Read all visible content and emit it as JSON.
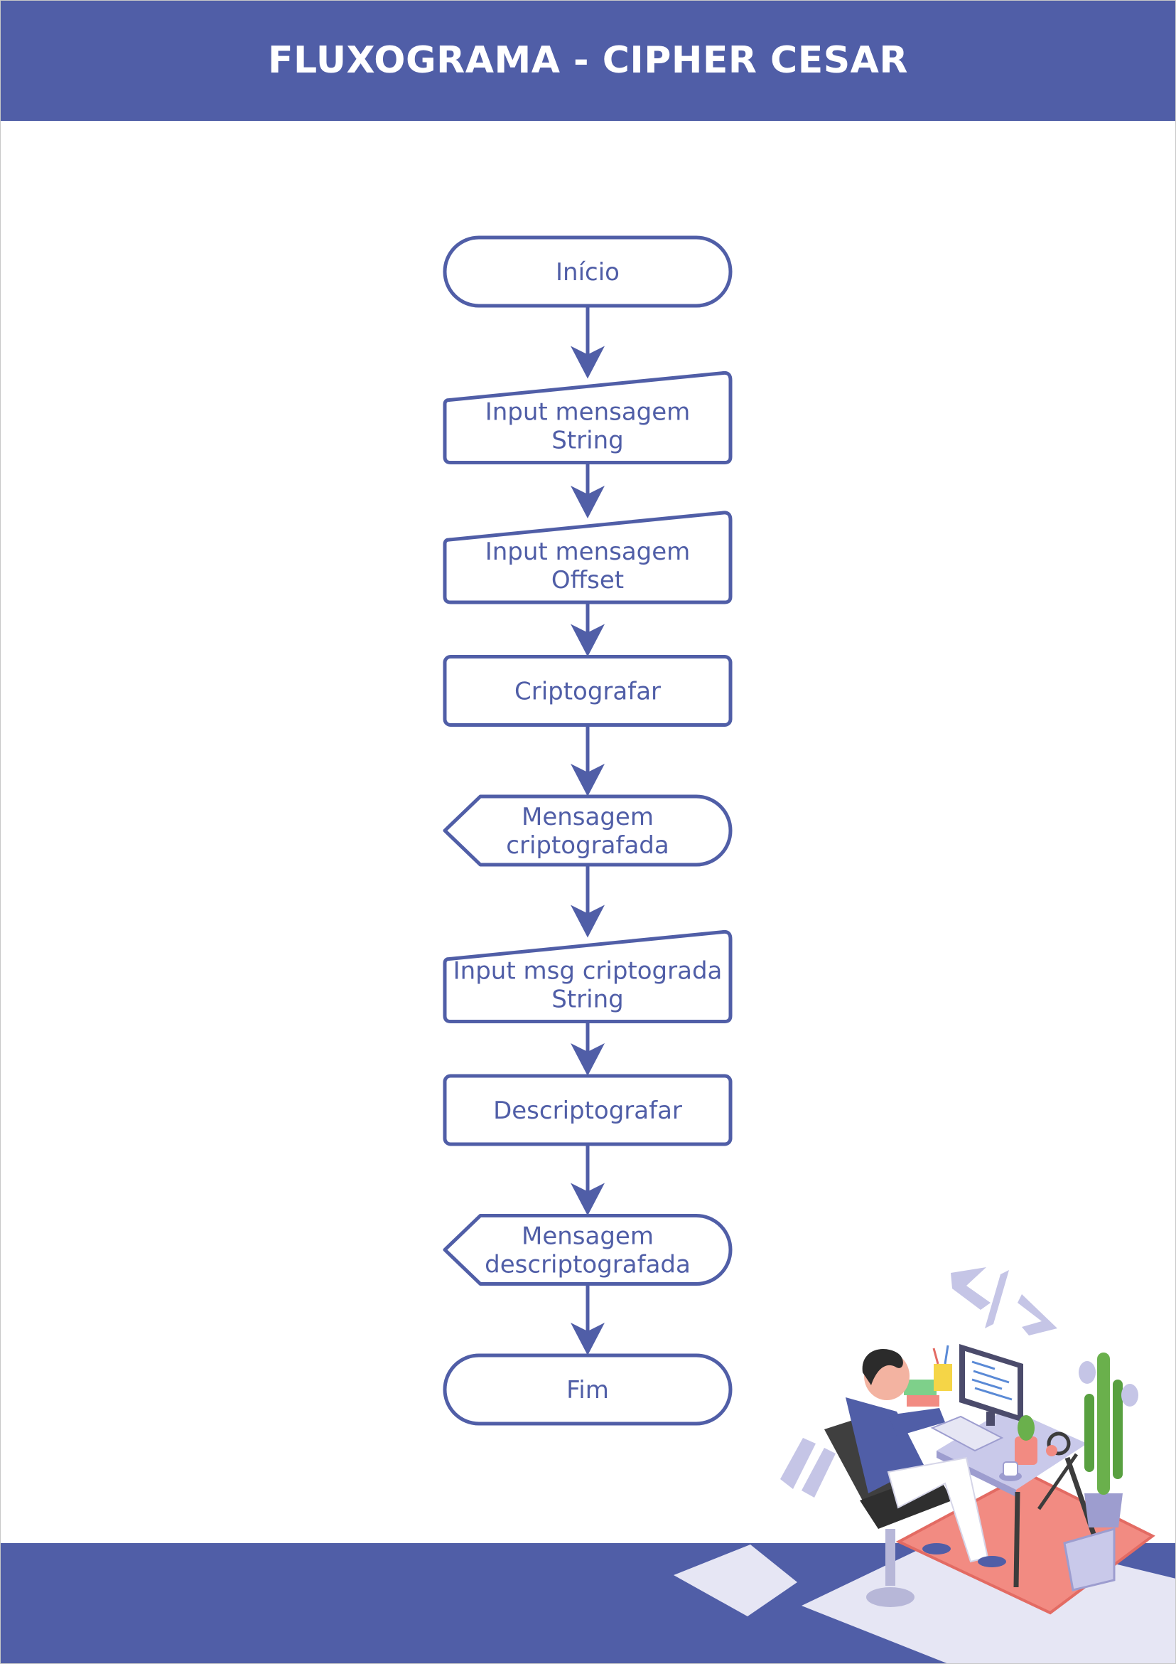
{
  "header": {
    "title": "FLUXOGRAMA - CIPHER CESAR"
  },
  "colors": {
    "accent": "#505ea7",
    "background": "#ffffff",
    "illustration_light": "#e6e6f4"
  },
  "flowchart": {
    "nodes": [
      {
        "id": "inicio",
        "shape": "terminator",
        "lines": [
          "Início"
        ]
      },
      {
        "id": "input-mensagem-string",
        "shape": "manual-input",
        "lines": [
          "Input mensagem",
          "String"
        ]
      },
      {
        "id": "input-mensagem-offset",
        "shape": "manual-input",
        "lines": [
          "Input mensagem",
          "Offset"
        ]
      },
      {
        "id": "criptografar",
        "shape": "process",
        "lines": [
          "Criptografar"
        ]
      },
      {
        "id": "mensagem-criptografada",
        "shape": "display",
        "lines": [
          "Mensagem",
          "criptografada"
        ]
      },
      {
        "id": "input-msg-criptograda",
        "shape": "manual-input",
        "lines": [
          "Input msg criptograda",
          "String"
        ]
      },
      {
        "id": "descriptografar",
        "shape": "process",
        "lines": [
          "Descriptografar"
        ]
      },
      {
        "id": "mensagem-descriptografada",
        "shape": "display",
        "lines": [
          "Mensagem",
          "descriptografada"
        ]
      },
      {
        "id": "fim",
        "shape": "terminator",
        "lines": [
          "Fim"
        ]
      }
    ]
  },
  "illustration": {
    "name": "developer-at-desk-illustration",
    "code_symbol": "</>"
  }
}
